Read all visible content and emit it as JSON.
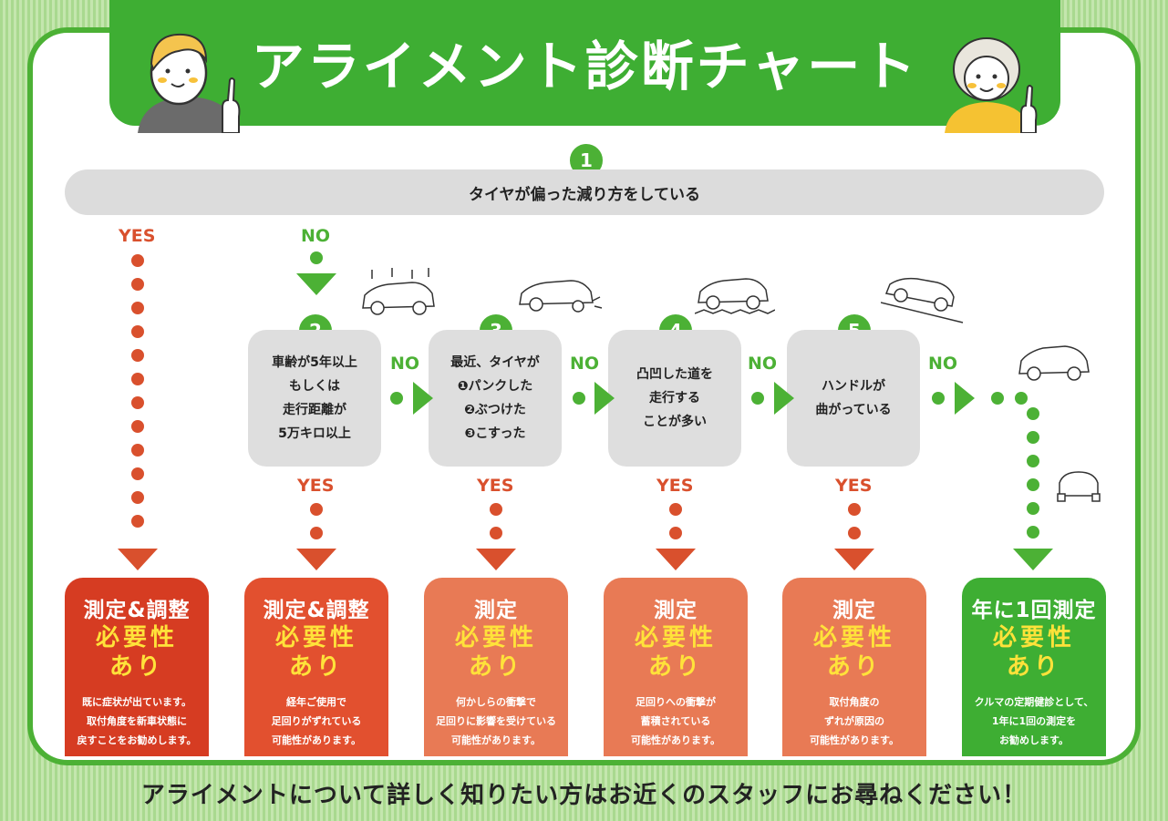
{
  "title": "アライメント診断チャート",
  "question1": {
    "number": "1",
    "text": "タイヤが偏った減り方をしている"
  },
  "labels": {
    "yes": "YES",
    "no": "NO"
  },
  "questions": [
    {
      "number": "2",
      "lines": [
        "車齢が5年以上",
        "もしくは",
        "走行距離が",
        "5万キロ以上"
      ]
    },
    {
      "number": "3",
      "lines": [
        "最近、タイヤが",
        "❶パンクした",
        "❷ぶつけた",
        "❸こすった"
      ]
    },
    {
      "number": "4",
      "lines": [
        "凸凹した道を",
        "走行する",
        "ことが多い"
      ]
    },
    {
      "number": "5",
      "lines": [
        "ハンドルが",
        "曲がっている"
      ]
    }
  ],
  "results": [
    {
      "head": "測定&調整",
      "req1": "必要性",
      "req2": "あり",
      "desc": [
        "既に症状が出ています。",
        "取付角度を新車状態に",
        "戻すことをお勧めします。"
      ],
      "color": "#d63c22"
    },
    {
      "head": "測定&調整",
      "req1": "必要性",
      "req2": "あり",
      "desc": [
        "経年ご使用で",
        "足回りがずれている",
        "可能性があります。"
      ],
      "color": "#e2502f"
    },
    {
      "head": "測定",
      "req1": "必要性",
      "req2": "あり",
      "desc": [
        "何かしらの衝撃で",
        "足回りに影響を受けている",
        "可能性があります。"
      ],
      "color": "#e87a55"
    },
    {
      "head": "測定",
      "req1": "必要性",
      "req2": "あり",
      "desc": [
        "足回りへの衝撃が",
        "蓄積されている",
        "可能性があります。"
      ],
      "color": "#e87a55"
    },
    {
      "head": "測定",
      "req1": "必要性",
      "req2": "あり",
      "desc": [
        "取付角度の",
        "ずれが原因の",
        "可能性があります。"
      ],
      "color": "#e87a55"
    },
    {
      "head": "年に1回測定",
      "req1": "必要性",
      "req2": "あり",
      "desc": [
        "クルマの定期健診として、",
        "1年に1回の測定を",
        "お勧めします。"
      ],
      "color": "#3eae33"
    }
  ],
  "footer": "アライメントについて詳しく知りたい方はお近くのスタッフにお尋ねください！",
  "colors": {
    "green": "#4cb135",
    "red": "#d9502d",
    "orange": "#e87a55",
    "gray": "#dedede"
  }
}
